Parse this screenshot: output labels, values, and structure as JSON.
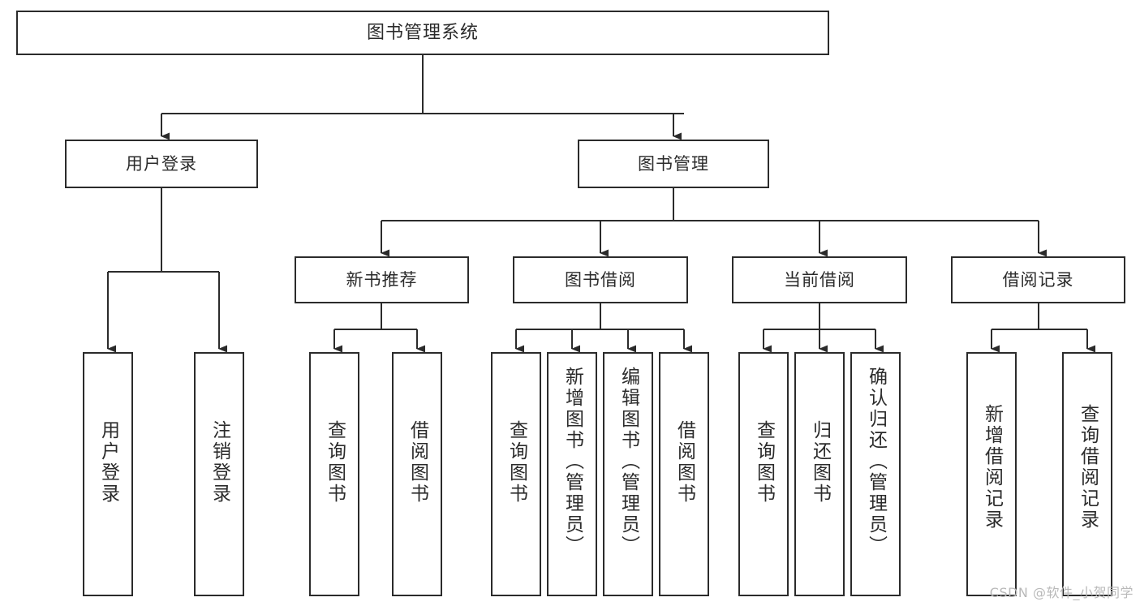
{
  "diagram": {
    "title": "图书管理系统",
    "type": "tree-hierarchy",
    "style": {
      "line_color": "#2b2b2b",
      "box_fill": "#ffffff",
      "text_color": "#2b2b2b",
      "watermark_color": "#b9b9b9"
    },
    "root": {
      "label": "图书管理系统"
    },
    "level2": [
      {
        "label": "用户登录"
      },
      {
        "label": "图书管理"
      }
    ],
    "level3": [
      {
        "label": "新书推荐"
      },
      {
        "label": "图书借阅"
      },
      {
        "label": "当前借阅"
      },
      {
        "label": "借阅记录"
      }
    ],
    "leaves": {
      "user_login": [
        {
          "label": "用户登录"
        },
        {
          "label": "注销登录"
        }
      ],
      "new_book_recommend": [
        {
          "label": "查询图书"
        },
        {
          "label": "借阅图书"
        }
      ],
      "book_borrow": [
        {
          "label": "查询图书"
        },
        {
          "label": "新增图书（管理员）"
        },
        {
          "label": "编辑图书（管理员）"
        },
        {
          "label": "借阅图书"
        }
      ],
      "current_borrow": [
        {
          "label": "查询图书"
        },
        {
          "label": "归还图书"
        },
        {
          "label": "确认归还（管理员）"
        }
      ],
      "borrow_records": [
        {
          "label": "新增借阅记录"
        },
        {
          "label": "查询借阅记录"
        }
      ]
    }
  },
  "watermark": {
    "text": "CSDN @软件_小贺同学"
  }
}
